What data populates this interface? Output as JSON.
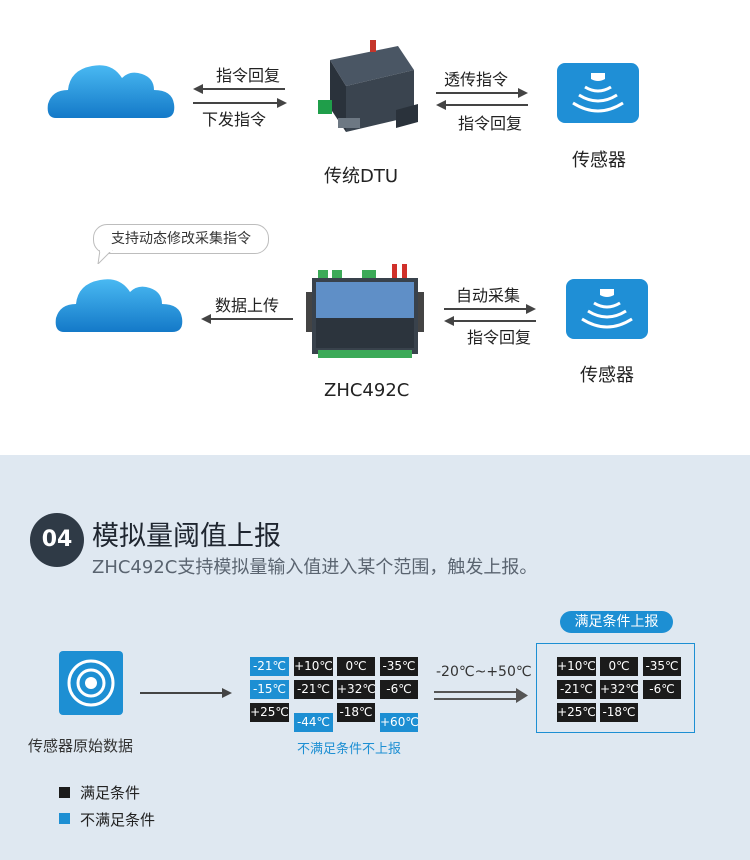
{
  "top_diagram": {
    "arrow_labels": {
      "cmd_reply": "指令回复",
      "send_cmd": "下发指令",
      "pass_cmd": "透传指令",
      "cmd_reply_right": "指令回复"
    },
    "dtu_label": "传统DTU",
    "sensor_label": "传感器"
  },
  "middle_diagram": {
    "bubble_text": "支持动态修改采集指令",
    "upload_label": "数据上传",
    "auto_collect": "自动采集",
    "cmd_reply": "指令回复",
    "device_label": "ZHC492C",
    "sensor_label": "传感器"
  },
  "section": {
    "number": "04",
    "title": "模拟量阈值上报",
    "subtitle": "ZHC492C支持模拟量输入值进入某个范围，触发上报。"
  },
  "flow": {
    "sensor_label": "传感器原始数据",
    "range_label": "-20℃~+50℃",
    "report_title": "满足条件上报",
    "not_meet_caption": "不满足条件不上报",
    "raw_values": [
      {
        "text": "-21℃",
        "meet": false
      },
      {
        "text": "+10℃",
        "meet": true
      },
      {
        "text": "0℃",
        "meet": true
      },
      {
        "text": "-35℃",
        "meet": true
      },
      {
        "text": "-15℃",
        "meet": false
      },
      {
        "text": "-21℃",
        "meet": true
      },
      {
        "text": "+32℃",
        "meet": true
      },
      {
        "text": "-6℃",
        "meet": true
      },
      {
        "text": "+25℃",
        "meet": true
      },
      {
        "text": "-44℃",
        "meet": false
      },
      {
        "text": "-18℃",
        "meet": true
      },
      {
        "text": "+60℃",
        "meet": false
      }
    ],
    "reported_values": [
      "+10℃",
      "0℃",
      "-35℃",
      "-21℃",
      "+32℃",
      "-6℃",
      "+25℃",
      "-18℃"
    ]
  },
  "legend": {
    "meet": "满足条件",
    "not_meet": "不满足条件"
  },
  "colors": {
    "blue": "#1d8fd3",
    "black": "#1b1b1b",
    "bottom_bg": "#dfe8f1",
    "badge": "#2f3a46"
  },
  "icons": {
    "cloud": "cloud-icon",
    "sensor": "sensor-wave-icon",
    "dtu": "dtu-device-icon",
    "zhc": "zhc492c-device-icon",
    "target": "target-sensor-icon"
  }
}
